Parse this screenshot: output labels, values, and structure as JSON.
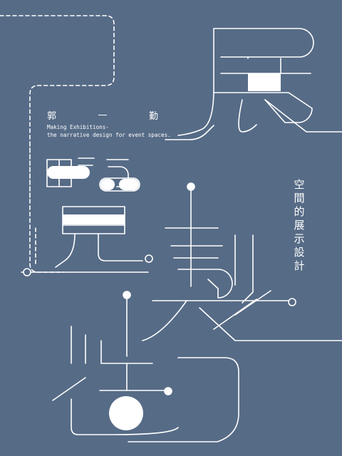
{
  "cover": {
    "author": [
      "郭",
      "勤"
    ],
    "tagline": [
      "Making Exhibitions-",
      "the narrative design for event spaces."
    ],
    "vertical_title": "空間的展示設計",
    "title_glyphs": [
      "展",
      "覽",
      "製",
      "造"
    ]
  },
  "colors": {
    "background": "#566b86",
    "line": "#ffffff"
  }
}
